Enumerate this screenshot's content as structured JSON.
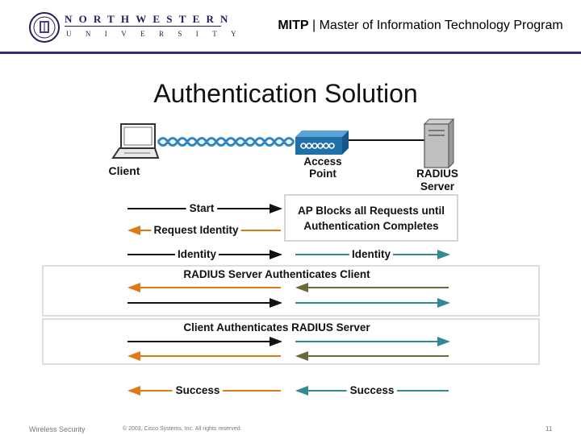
{
  "header": {
    "logo_top": "NORTHWESTERN",
    "logo_bottom": "UNIVERSITY",
    "title_bold": "MITP",
    "title_rest": " | Master of Information Technology Program"
  },
  "slide": {
    "title": "Authentication Solution"
  },
  "devices": {
    "client": "Client",
    "ap_line1": "Access",
    "ap_line2": "Point",
    "radius_line1": "RADIUS",
    "radius_line2": "Server"
  },
  "flow": {
    "start": "Start",
    "request_identity": "Request Identity",
    "ap_blocks_line1": "AP Blocks all Requests until",
    "ap_blocks_line2": "Authentication Completes",
    "identity_left": "Identity",
    "identity_right": "Identity",
    "radius_auth_client": "RADIUS Server Authenticates Client",
    "client_auth_radius": "Client Authenticates RADIUS Server",
    "success_left": "Success",
    "success_right": "Success"
  },
  "colors": {
    "black_arrow": "#111111",
    "orange_arrow": "#e07a16",
    "teal_arrow": "#2f8c92",
    "olive_arrow": "#6b6a3c",
    "wave": "#2f86c4",
    "ap_device": "#1f6fa8",
    "header_rule": "#3a2a75"
  },
  "footer": {
    "left": "Wireless Security",
    "copyright": "© 2003, Cisco Systems, Inc. All rights reserved.",
    "page": "11"
  }
}
